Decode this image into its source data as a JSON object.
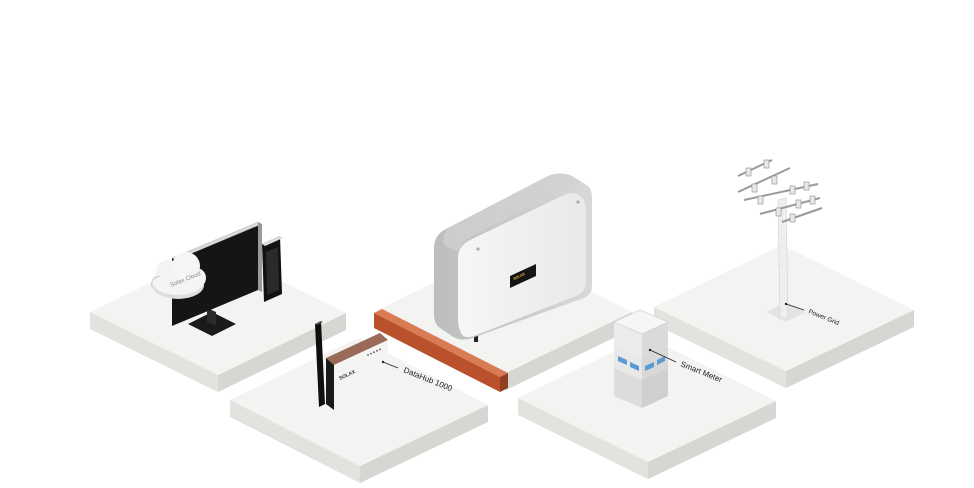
{
  "labels": {
    "cloud": "Solax Cloud",
    "datahub": "DataHub 1000",
    "smart_meter": "Smart Meter",
    "power_grid": "Power Grid"
  },
  "brand_marks": {
    "inverter": "SOLAX",
    "datahub": "SOLAX"
  },
  "colors": {
    "platform_top": "#f3f3f1",
    "platform_side": "#e1e1de",
    "cable": "#c8613a",
    "device_dark": "#111111",
    "device_light": "#f2f2f0"
  }
}
